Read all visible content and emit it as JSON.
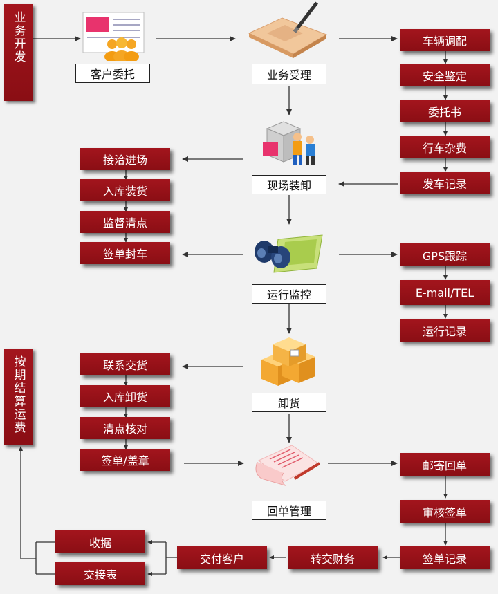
{
  "left_labels": {
    "business_dev": "业务开发",
    "settle_fee": "按期结算运费"
  },
  "stages": {
    "client_entrust": "客户委托",
    "business_accept": "业务受理",
    "site_loading": "现场装卸",
    "run_monitor": "运行监控",
    "unload": "卸货",
    "receipt_manage": "回单管理"
  },
  "right_steps_1": [
    "车辆调配",
    "安全鉴定",
    "委托书",
    "行车杂费",
    "发车记录"
  ],
  "left_steps_1": [
    "接洽进场",
    "入库装货",
    "监督清点",
    "签单封车"
  ],
  "right_steps_2": [
    "GPS跟踪",
    "E-mail/TEL",
    "运行记录"
  ],
  "left_steps_2": [
    "联系交货",
    "入库卸货",
    "清点核对",
    "签单/盖章"
  ],
  "right_steps_3": [
    "邮寄回单",
    "审核签单",
    "签单记录"
  ],
  "bottom_steps": {
    "transfer_finance": "转交财务",
    "deliver_client": "交付客户",
    "receipt": "收据",
    "handover_form": "交接表"
  },
  "icons": [
    "client-icon",
    "document-pen-icon",
    "workers-icon",
    "binoculars-icon",
    "boxes-icon",
    "receipt-icon"
  ]
}
